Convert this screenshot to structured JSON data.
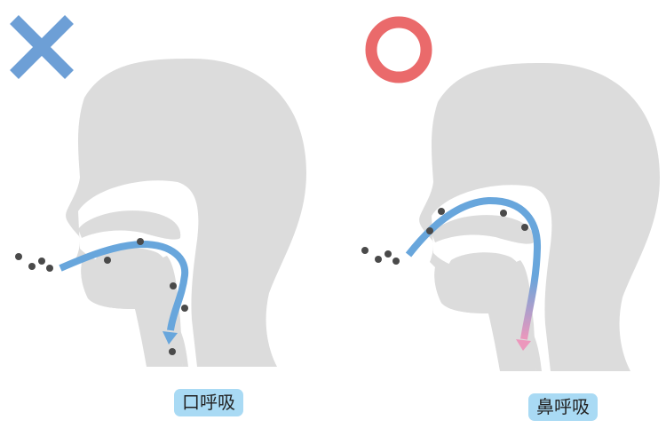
{
  "panels": [
    {
      "verdict": "wrong",
      "verdict_icon": "cross-icon",
      "label": "口呼吸",
      "airflow": "mouth"
    },
    {
      "verdict": "correct",
      "verdict_icon": "circle-icon",
      "label": "鼻呼吸",
      "airflow": "nose"
    }
  ],
  "colors": {
    "cross": "#6d9fd6",
    "circle": "#ea6a6b",
    "head": "#dcdcdc",
    "arrow_blue": "#68a6dc",
    "arrow_pink": "#ec97bc",
    "particle": "#4a4a4a",
    "label_bg": "#a9daf4"
  }
}
